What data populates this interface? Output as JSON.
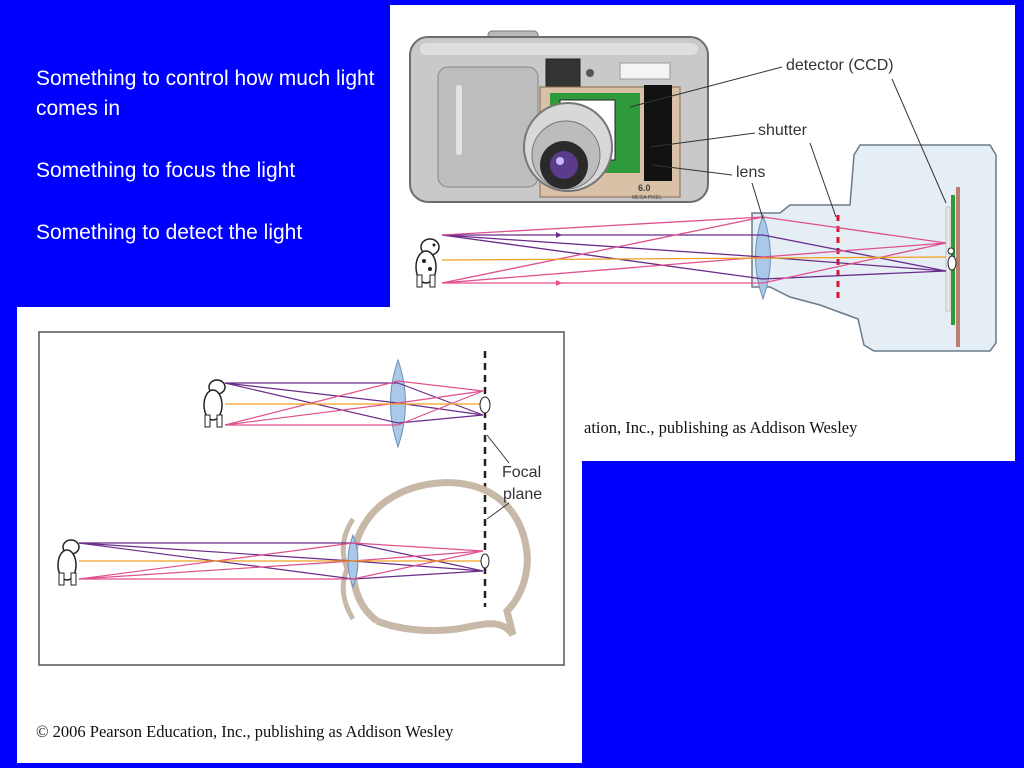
{
  "bullets": [
    "Something to control how much light comes in",
    "Something to focus the light",
    "Something to detect the light"
  ],
  "camera_figure": {
    "labels": {
      "detector": "detector (CCD)",
      "shutter": "shutter",
      "lens": "lens"
    },
    "camera_badge": "6.0",
    "camera_badge_sub": "MEGA PIXEL",
    "credit": "ation, Inc., publishing as Addison Wesley"
  },
  "eye_figure": {
    "labels": {
      "focal_line1": "Focal",
      "focal_line2": "plane"
    },
    "credit": "© 2006 Pearson Education, Inc., publishing as Addison Wesley"
  },
  "colors": {
    "background": "#0000ff",
    "ray_pink": "#e0508e",
    "ray_purple": "#6a2c8a",
    "ray_axis": "#f0a020",
    "lens": "#aac8e8",
    "eye": "#c8b8a8"
  }
}
